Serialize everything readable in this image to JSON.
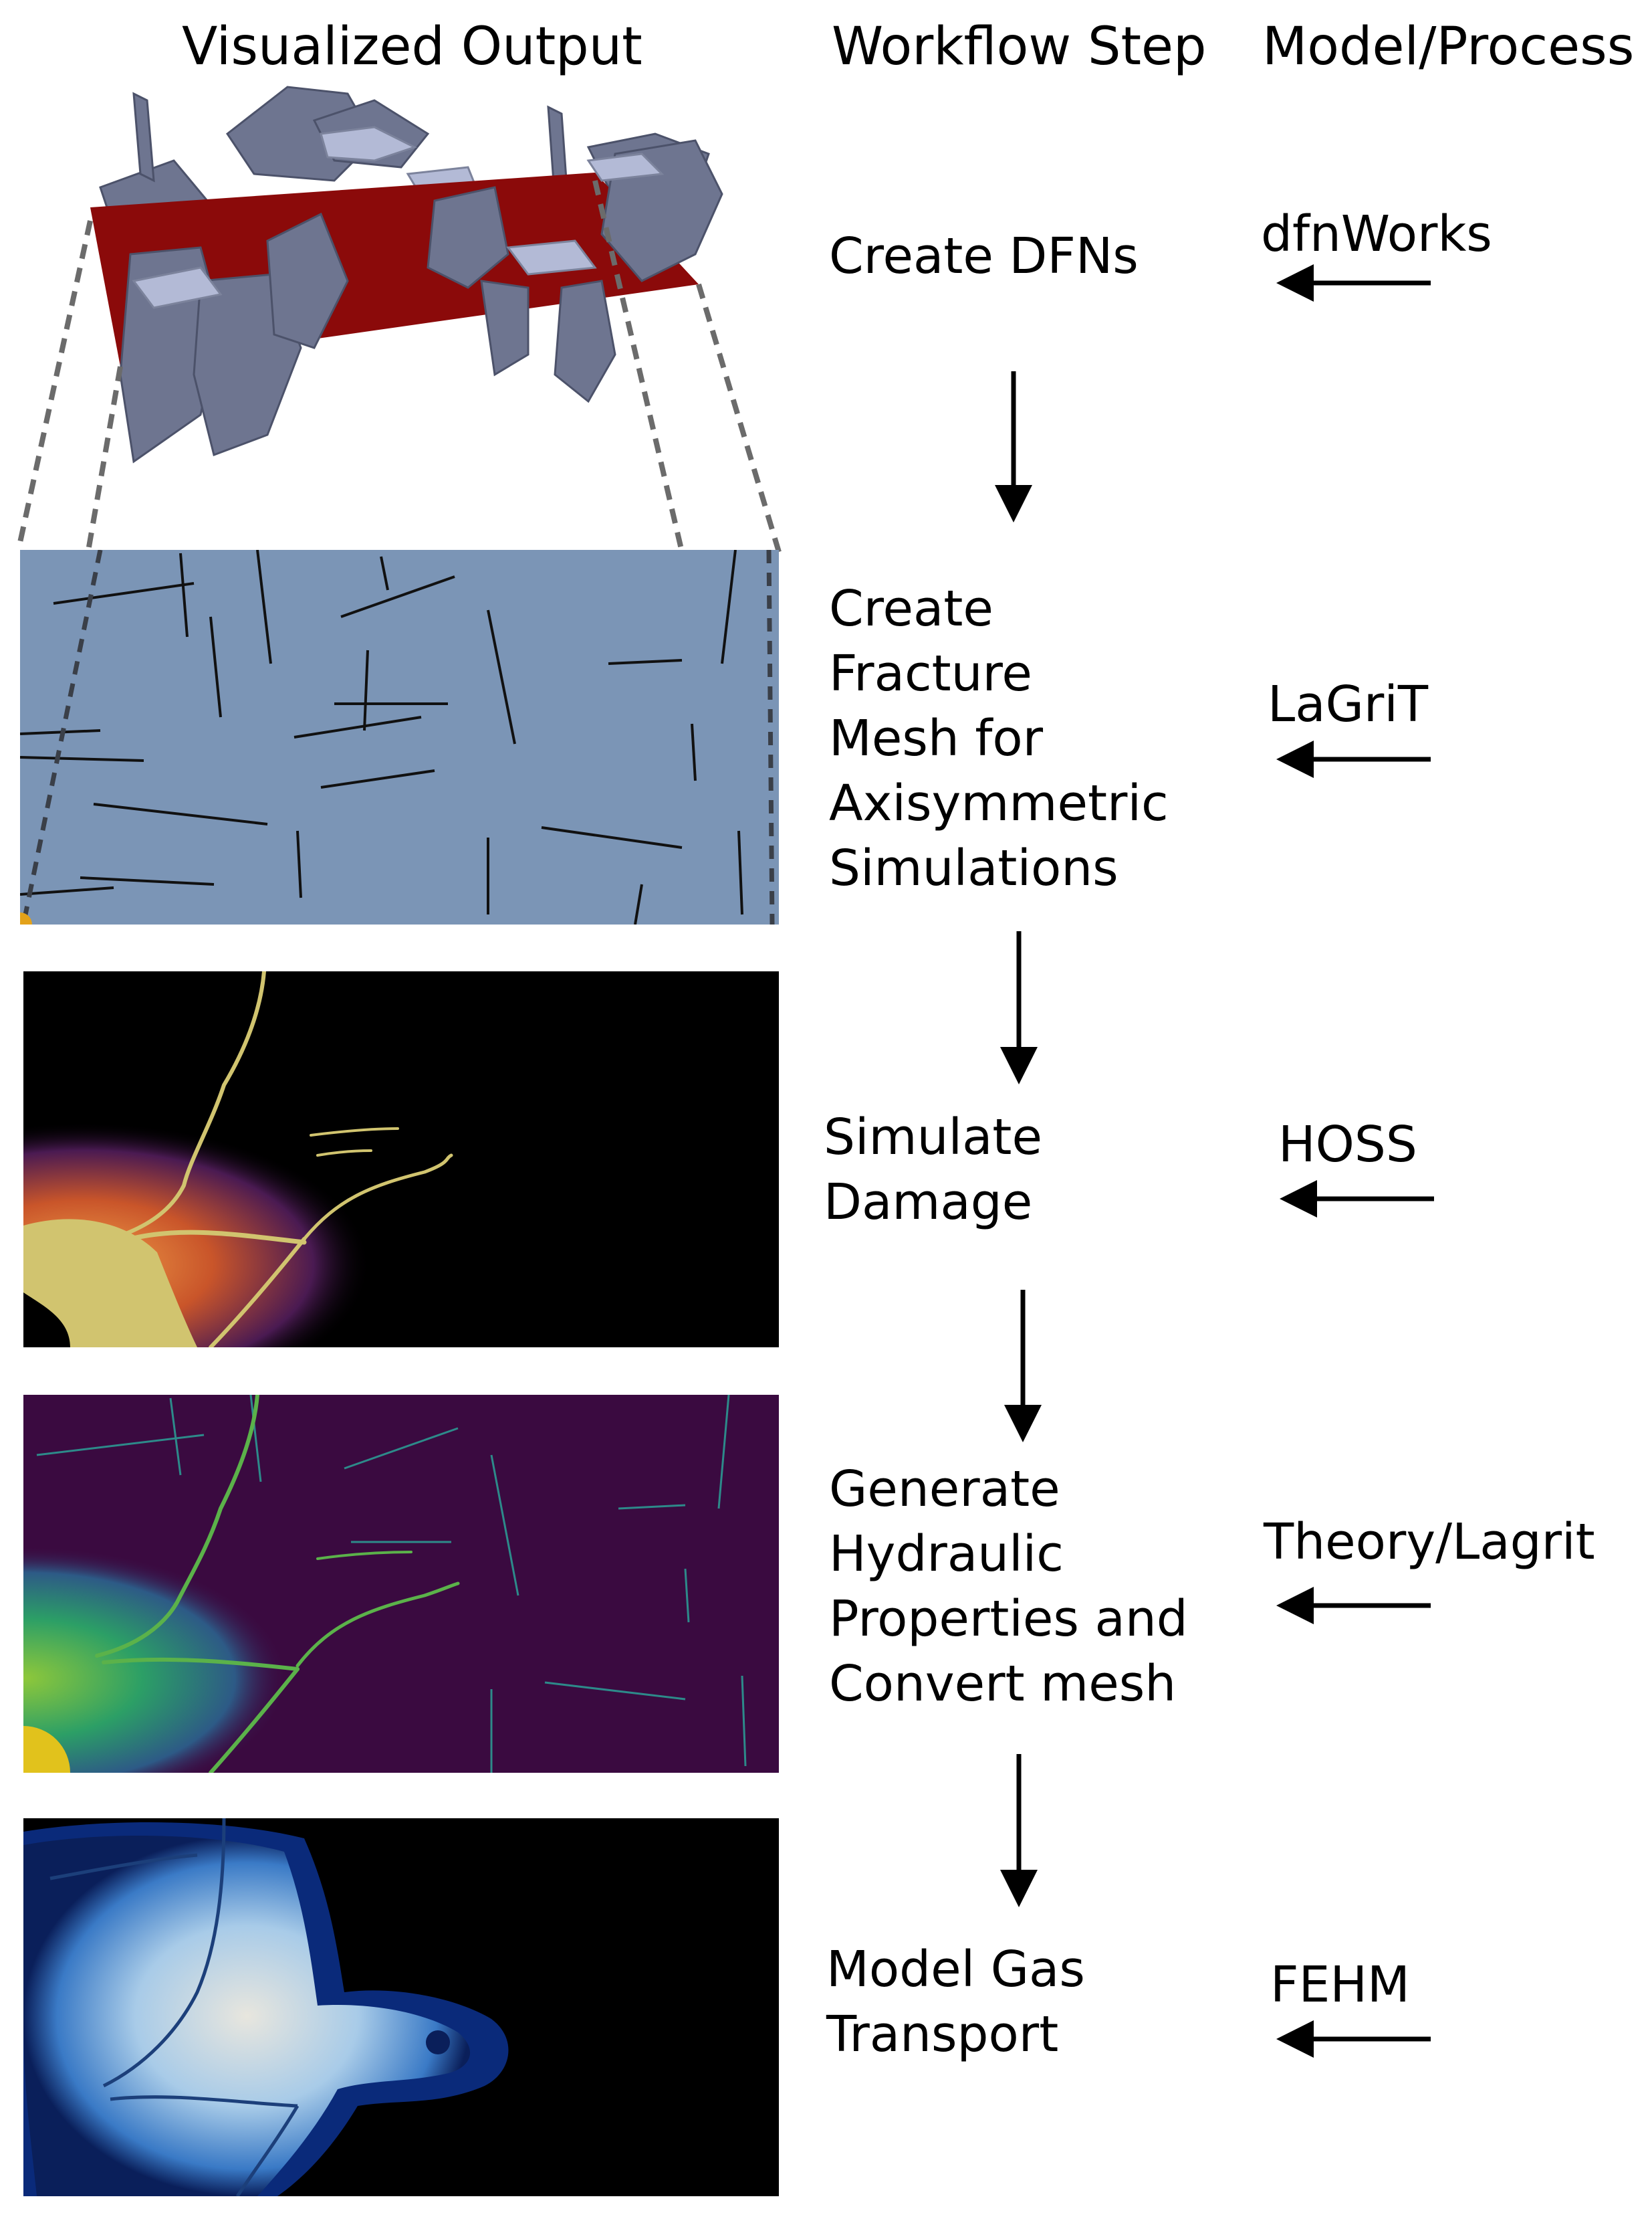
{
  "headers": {
    "visualized_output": "Visualized Output",
    "workflow_step": "Workflow Step",
    "model_process": "Model/Process"
  },
  "steps": [
    {
      "step": "Create DFNs",
      "tool": "dfnWorks"
    },
    {
      "step": "Create\nFracture\nMesh for\nAxisymmetric\nSimulations",
      "tool": "LaGriT"
    },
    {
      "step": "Simulate\nDamage",
      "tool": "HOSS"
    },
    {
      "step": "Generate\nHydraulic\nProperties and\nConvert mesh",
      "tool": "Theory/Lagrit"
    },
    {
      "step": "Model Gas\nTransport",
      "tool": "FEHM"
    }
  ],
  "colors": {
    "fracture_mesh_bg": "#7b95b6",
    "dfn_plane": "#8b0a0a",
    "dfn_fracture": "#6e7590",
    "damage_bg": "#000000",
    "damage_highlight": "#d1c46f",
    "hydraulic_bg": "#3a0a40",
    "hydraulic_highlight": "#5bb24a",
    "transport_bg": "#000000",
    "transport_highlight": "#bcd6ee",
    "arrow": "#000000"
  }
}
